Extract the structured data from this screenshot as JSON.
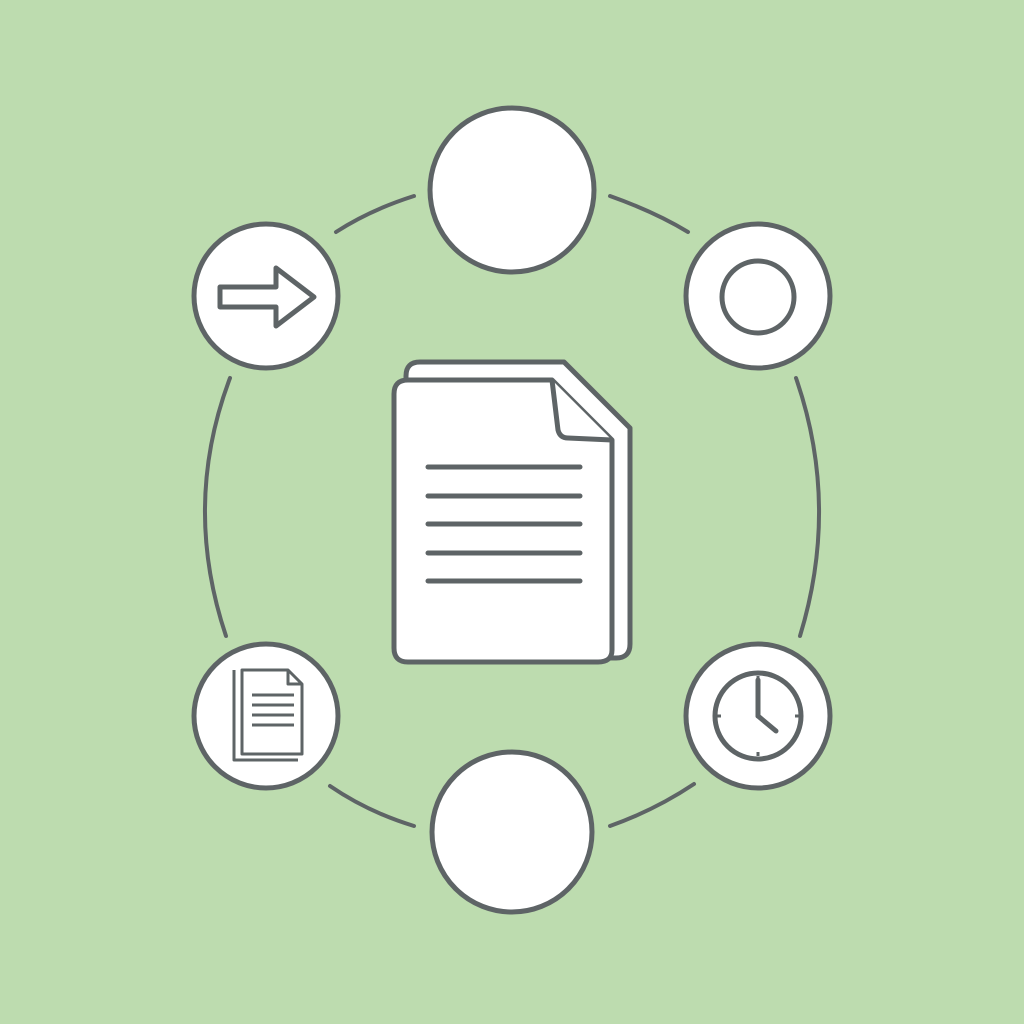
{
  "colors": {
    "background": "#bddcaf",
    "stroke": "#5e6466",
    "fill": "#ffffff"
  },
  "diagram": {
    "center": {
      "icon": "stacked-documents-icon"
    },
    "nodes": [
      {
        "position": "top",
        "icon": ""
      },
      {
        "position": "top-right",
        "icon": "circle-icon"
      },
      {
        "position": "bottom-right",
        "icon": "clock-icon"
      },
      {
        "position": "bottom",
        "icon": ""
      },
      {
        "position": "bottom-left",
        "icon": "document-icon"
      },
      {
        "position": "top-left",
        "icon": "arrow-right-icon"
      }
    ]
  }
}
